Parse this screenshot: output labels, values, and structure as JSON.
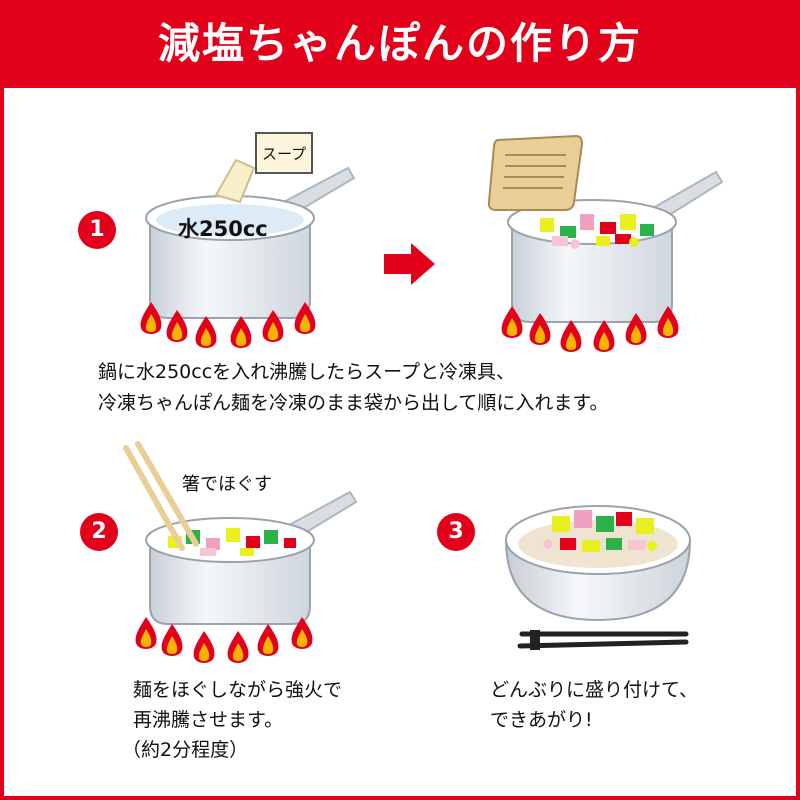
{
  "header": {
    "title": "減塩ちゃんぽんの作り方"
  },
  "step1": {
    "number": "1",
    "soup_label": "スープ",
    "water_label": "水250cc",
    "text_line1": "鍋に水250ccを入れ沸騰したらスープと冷凍具、",
    "text_line2": "冷凍ちゃんぽん麺を冷凍のまま袋から出して順に入れます。"
  },
  "step2": {
    "number": "2",
    "chopsticks_label": "箸でほぐす",
    "text_line1": "麺をほぐしながら強火で",
    "text_line2": "再沸騰させます。",
    "text_line3": "（約2分程度）"
  },
  "step3": {
    "number": "3",
    "text_line1": "どんぶりに盛り付けて、",
    "text_line2": "できあがり!"
  },
  "colors": {
    "accent": "#e3001b",
    "flame": "#f0a000",
    "pot": "#e9eef3"
  }
}
